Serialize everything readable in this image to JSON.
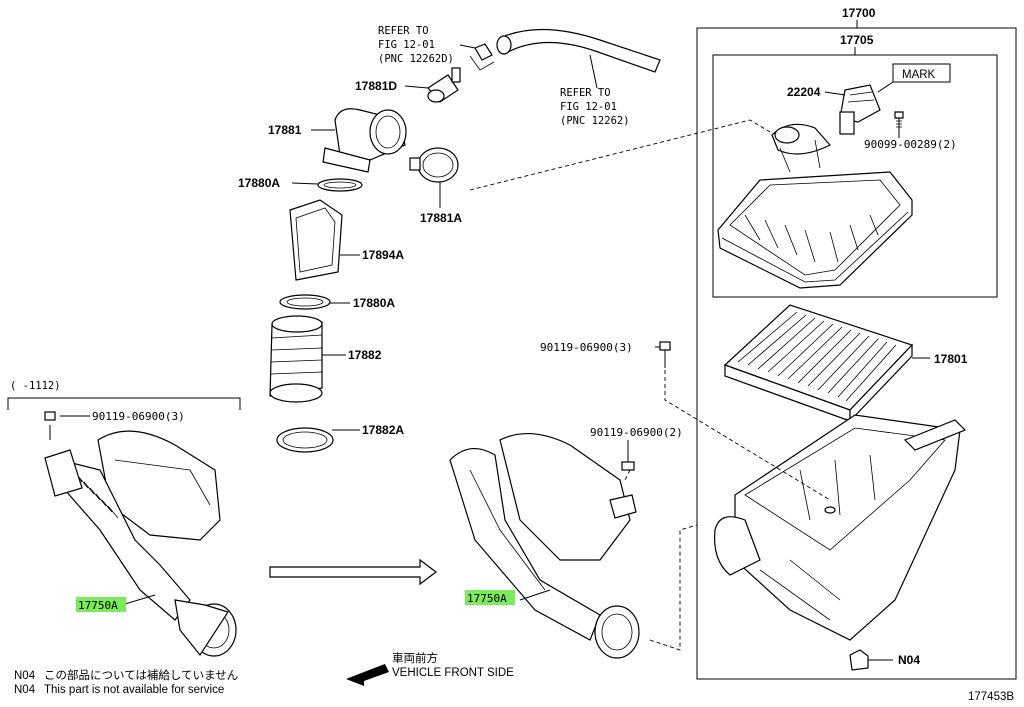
{
  "labels": {
    "p17700": "17700",
    "p17705": "17705",
    "p22204": "22204",
    "mark": "MARK",
    "p90099": "90099-00289(2)",
    "p17801": "17801",
    "p90119_a": "90119-06900(3)",
    "p90119_b": "90119-06900(2)",
    "p90119_c": "90119-06900(3)",
    "p17881d": "17881D",
    "p17881": "17881",
    "p17880a_1": "17880A",
    "p17881a": "17881A",
    "p17894a": "17894A",
    "p17880a_2": "17880A",
    "p17882": "17882",
    "p17882a": "17882A",
    "p17750a_left": "17750A",
    "p17750a_right": "17750A",
    "p_n04": "N04",
    "refer1_line1": "REFER TO",
    "refer1_line2": "FIG 12-01",
    "refer1_line3": "(PNC 12262D)",
    "refer2_line1": "REFER TO",
    "refer2_line2": "FIG 12-01",
    "refer2_line3": "(PNC 12262)",
    "date_range": "(    -1112)"
  },
  "notes": {
    "jp_code": "N04",
    "jp_text": "この部品については補給していません",
    "en_code": "N04",
    "en_text": "This part is not available for service",
    "front_jp": "車両前方",
    "front_en": "VEHICLE FRONT SIDE",
    "figure_id": "177453B"
  },
  "colors": {
    "highlight": "#7bea5b"
  }
}
